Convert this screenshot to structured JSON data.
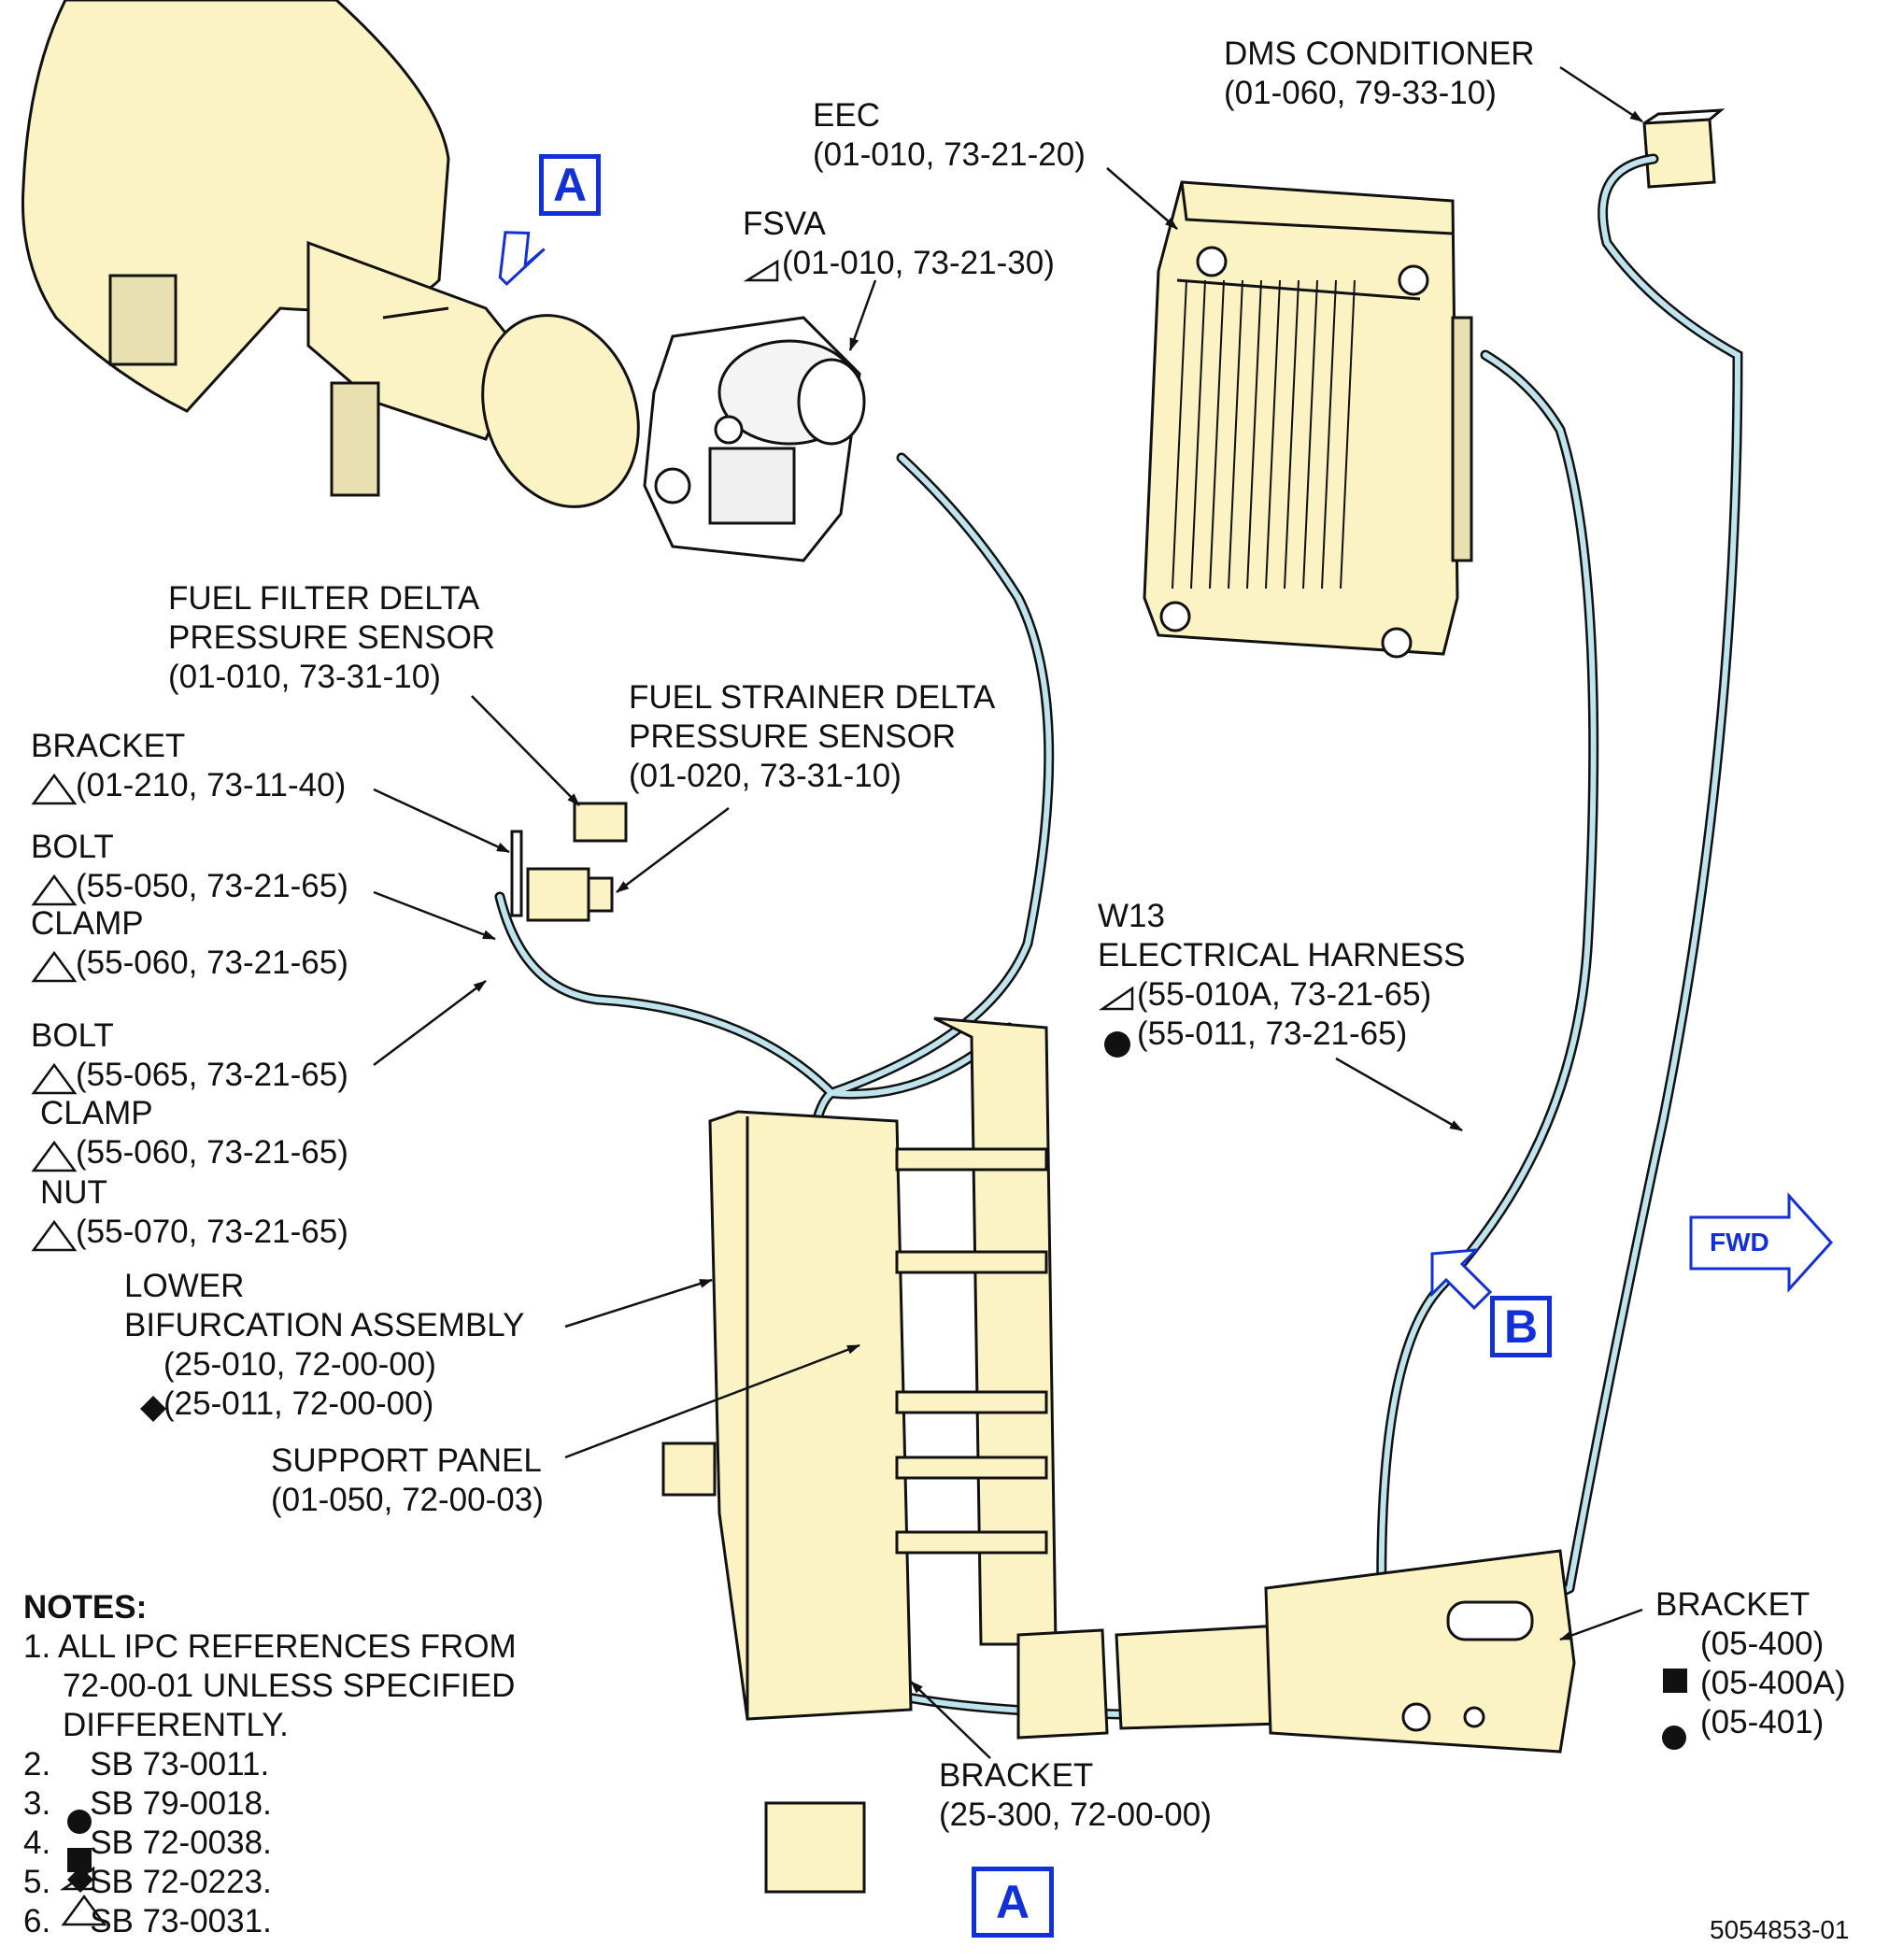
{
  "labels": {
    "dms": [
      "DMS CONDITIONER",
      "(01-060, 79-33-10)"
    ],
    "eec": [
      "EEC",
      "(01-010, 73-21-20)"
    ],
    "fsva": [
      "FSVA",
      "(01-010, 73-21-30)"
    ],
    "fuel_filter": [
      "FUEL FILTER DELTA",
      "PRESSURE SENSOR",
      "(01-010, 73-31-10)"
    ],
    "fuel_strainer": [
      "FUEL STRAINER DELTA",
      "PRESSURE SENSOR",
      "(01-020, 73-31-10)"
    ],
    "bracket_1": [
      "BRACKET",
      "(01-210, 73-11-40)"
    ],
    "bolt_1": [
      "BOLT",
      "(55-050, 73-21-65)"
    ],
    "clamp_1": [
      "CLAMP",
      "(55-060, 73-21-65)"
    ],
    "bolt_2": [
      "BOLT",
      "(55-065, 73-21-65)"
    ],
    "clamp_2": [
      "CLAMP",
      "(55-060, 73-21-65)"
    ],
    "nut": [
      "NUT",
      "(55-070, 73-21-65)"
    ],
    "w13": [
      "W13",
      "ELECTRICAL HARNESS",
      "(55-010A, 73-21-65)",
      "(55-011, 73-21-65)"
    ],
    "lower_bif": [
      "LOWER",
      "BIFURCATION ASSEMBLY",
      "(25-010, 72-00-00)",
      "(25-011, 72-00-00)"
    ],
    "support_panel": [
      "SUPPORT PANEL",
      "(01-050, 72-00-03)"
    ],
    "bracket_bottom": [
      "BRACKET",
      "(25-300, 72-00-00)"
    ],
    "bracket_right": [
      "BRACKET",
      "(05-400)",
      "(05-400A)",
      "(05-401)"
    ]
  },
  "notes": {
    "title": "NOTES:",
    "items": [
      "1. ALL IPC REFERENCES FROM",
      "72-00-01 UNLESS SPECIFIED",
      "DIFFERENTLY.",
      "2.",
      "SB 73-0011.",
      "3.",
      "SB 79-0018.",
      "4.",
      "SB 72-0038.",
      "5.",
      "SB 72-0223.",
      "6.",
      "SB 73-0031."
    ]
  },
  "refs": {
    "a_top": "A",
    "b": "B",
    "a_bottom": "A",
    "fwd": "FWD"
  },
  "figure_number": "5054853-01",
  "colors": {
    "part_fill": "#fbf3c4",
    "harness": "#bfe4ee",
    "reference_blue": "#1230d8",
    "ink": "#111111"
  },
  "symbols": {
    "triangle": "△",
    "half_triangle": "⟋",
    "circle": "●",
    "square": "■",
    "diamond": "◆"
  }
}
